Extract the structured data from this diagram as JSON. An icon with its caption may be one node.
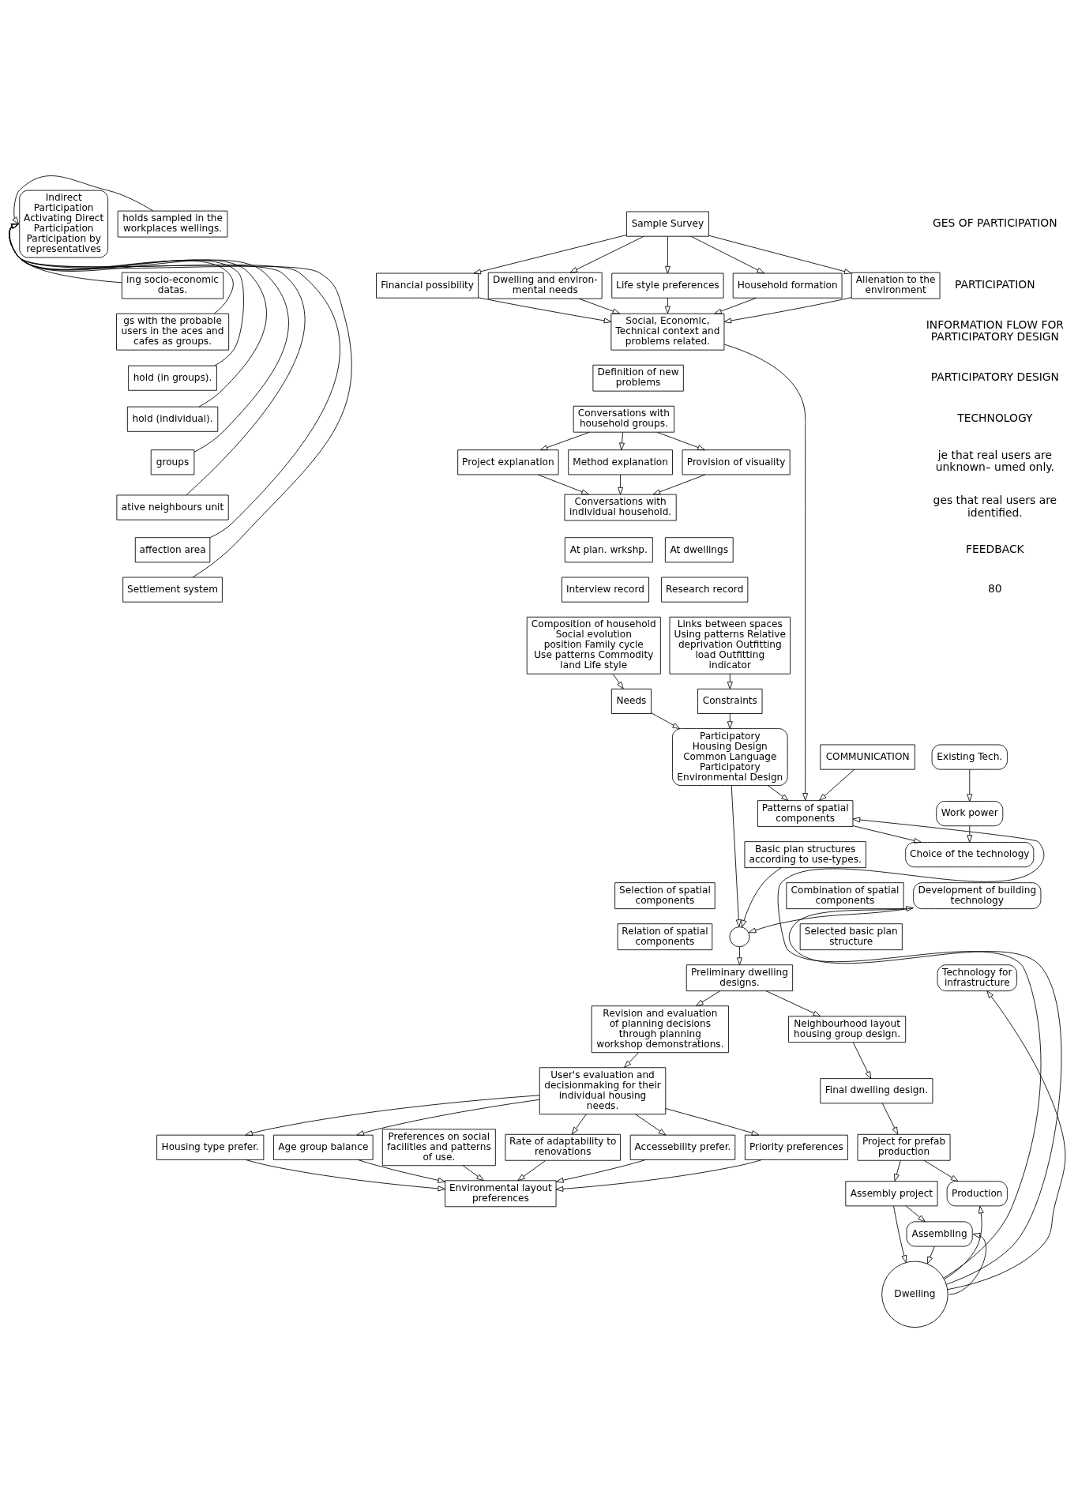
{
  "diagram": {
    "nodes": [
      {
        "text": [
          "Indirect Participation",
          "Activating Direct Participation",
          "Participation by representatives"
        ]
      },
      {
        "text": [
          "holds sampled in the workplaces wellings."
        ]
      },
      {
        "text": [
          "ing socio-economic datas."
        ]
      },
      {
        "text": [
          "gs with the probable users in the aces and cafes as groups."
        ]
      },
      {
        "text": [
          "hold (in groups)."
        ]
      },
      {
        "text": [
          "hold (individual)."
        ]
      },
      {
        "text": [
          "groups"
        ]
      },
      {
        "text": [
          "ative neighbours unit"
        ]
      },
      {
        "text": [
          "affection area"
        ]
      },
      {
        "text": [
          "Settlement system"
        ]
      },
      {
        "text": [
          "Sample Survey"
        ]
      },
      {
        "text": [
          "Financial possibility"
        ]
      },
      {
        "text": [
          "Dwelling and environ- mental needs"
        ]
      },
      {
        "text": [
          "Life style preferences"
        ]
      },
      {
        "text": [
          "Household formation"
        ]
      },
      {
        "text": [
          "Alienation to the environment"
        ]
      },
      {
        "text": [
          "Social, Economic, Technical context and problems related."
        ]
      },
      {
        "text": [
          "Definition of new problems"
        ]
      },
      {
        "text": [
          "Conversations with household groups."
        ]
      },
      {
        "text": [
          "Project explanation"
        ]
      },
      {
        "text": [
          "Method explanation"
        ]
      },
      {
        "text": [
          "Provision of visuality"
        ]
      },
      {
        "text": [
          "Conversations with individual household."
        ]
      },
      {
        "text": [
          "At plan. wrkshp."
        ]
      },
      {
        "text": [
          "At dwellings"
        ]
      },
      {
        "text": [
          "Interview record"
        ]
      },
      {
        "text": [
          "Research record"
        ]
      },
      {
        "text": [
          "Composition of household Social evolution position Family cycle Use patterns Commodity land Life style"
        ]
      },
      {
        "text": [
          "Links between spaces Using patterns Relative deprivation Outfitting load Outfitting indicator"
        ]
      },
      {
        "text": [
          "Needs"
        ]
      },
      {
        "text": [
          "Constraints"
        ]
      },
      {
        "text": [
          "Revision and evaluation of planning decisions through planning workshop demonstrations."
        ]
      },
      {
        "text": [
          "User's evaluation and decisionmaking for their individual housing needs."
        ]
      },
      {
        "text": [
          "Priority preferences"
        ]
      },
      {
        "text": [
          "Housing type prefer."
        ]
      },
      {
        "text": [
          "Age group balance"
        ]
      },
      {
        "text": [
          "Rate of adaptability to renovations"
        ]
      },
      {
        "text": [
          "Accessebility prefer."
        ]
      },
      {
        "text": [
          "Environmental layout preferences"
        ]
      },
      {
        "text": [
          "Preferences on social facilities and patterns of use."
        ]
      },
      {
        "text": [
          "Participatory Housing Design Common Language",
          "Participatory Environmental Design"
        ]
      },
      {
        "text": [
          "Patterns of spatial components"
        ]
      },
      {
        "text": [
          "Existing Tech."
        ]
      },
      {
        "text": [
          "Work power"
        ]
      },
      {
        "text": [
          "Choice of the technology"
        ]
      },
      {
        "text": [
          "Basic plan structures according to use-types."
        ]
      },
      {
        "text": [
          "Combination of spatial components"
        ]
      },
      {
        "text": [
          "Selection of spatial components"
        ]
      },
      {
        "text": [
          "Selected basic plan structure"
        ]
      },
      {
        "text": [
          "Relation of spatial components"
        ]
      },
      {
        "text": [],
        "shape": "circle"
      },
      {
        "text": [
          "Preliminary dwelling designs."
        ]
      },
      {
        "text": [
          "Neighbourhood layout housing group design."
        ]
      },
      {
        "text": [
          "Final dwelling design."
        ]
      },
      {
        "text": [
          "Project for prefab production"
        ]
      },
      {
        "text": [
          "Assembly project"
        ]
      },
      {
        "text": [
          "Development of building technology"
        ]
      },
      {
        "text": [
          "Technology for infrastructure"
        ]
      },
      {
        "text": [
          "Production"
        ]
      },
      {
        "text": [
          "Assembling"
        ]
      },
      {
        "text": [
          "Dwelling"
        ]
      },
      {
        "text": [
          "COMMUNICATION"
        ]
      }
    ],
    "edges": [
      {
        "from": 1,
        "to": 0,
        "arrow": "to"
      },
      {
        "from": 2,
        "to": 0,
        "arrow": "to"
      },
      {
        "from": 3,
        "to": 0,
        "arrow": "to"
      },
      {
        "from": 4,
        "to": 0,
        "arrow": "to"
      },
      {
        "from": 5,
        "to": 0,
        "arrow": "to"
      },
      {
        "from": 6,
        "to": 0,
        "arrow": "to"
      },
      {
        "from": 7,
        "to": 0,
        "arrow": "to"
      },
      {
        "from": 8,
        "to": 0,
        "arrow": "to"
      },
      {
        "from": 9,
        "to": 0,
        "arrow": "to"
      },
      {
        "from": 10,
        "to": 11,
        "arrow": "to"
      },
      {
        "from": 10,
        "to": 12,
        "arrow": "to"
      },
      {
        "from": 10,
        "to": 13,
        "arrow": "to"
      },
      {
        "from": 10,
        "to": 14,
        "arrow": "to"
      },
      {
        "from": 10,
        "to": 15,
        "arrow": "to"
      },
      {
        "from": 11,
        "to": 16,
        "arrow": "to"
      },
      {
        "from": 12,
        "to": 16,
        "arrow": "to"
      },
      {
        "from": 13,
        "to": 16,
        "arrow": "to"
      },
      {
        "from": 14,
        "to": 16,
        "arrow": "to"
      },
      {
        "from": 15,
        "to": 16,
        "arrow": "to"
      },
      {
        "from": 16,
        "to": 41,
        "arrow": "to"
      },
      {
        "from": 61,
        "to": 41,
        "arrow": "to"
      },
      {
        "from": 18,
        "to": 19,
        "arrow": "to"
      },
      {
        "from": 18,
        "to": 20,
        "arrow": "to"
      },
      {
        "from": 18,
        "to": 21,
        "arrow": "to"
      },
      {
        "from": 19,
        "to": 22,
        "arrow": "to"
      },
      {
        "from": 20,
        "to": 22,
        "arrow": "to"
      },
      {
        "from": 21,
        "to": 22,
        "arrow": "to"
      },
      {
        "from": 27,
        "to": 29,
        "arrow": "to"
      },
      {
        "from": 28,
        "to": 30,
        "arrow": "to"
      },
      {
        "from": 29,
        "to": 40,
        "arrow": "to"
      },
      {
        "from": 30,
        "to": 40,
        "arrow": "to"
      },
      {
        "from": 51,
        "to": 31,
        "arrow": "to"
      },
      {
        "from": 31,
        "to": 32,
        "arrow": "to"
      },
      {
        "from": 32,
        "to": 33,
        "arrow": "to"
      },
      {
        "from": 32,
        "to": 34,
        "arrow": "to"
      },
      {
        "from": 32,
        "to": 35,
        "arrow": "to"
      },
      {
        "from": 32,
        "to": 36,
        "arrow": "to"
      },
      {
        "from": 32,
        "to": 37,
        "arrow": "to"
      },
      {
        "from": 33,
        "to": 38,
        "arrow": "to"
      },
      {
        "from": 34,
        "to": 38,
        "arrow": "to"
      },
      {
        "from": 35,
        "to": 38,
        "arrow": "to"
      },
      {
        "from": 36,
        "to": 38,
        "arrow": "to"
      },
      {
        "from": 37,
        "to": 38,
        "arrow": "to"
      },
      {
        "from": 39,
        "to": 38,
        "arrow": "to"
      },
      {
        "from": 40,
        "to": 41,
        "arrow": "to"
      },
      {
        "from": 42,
        "to": 43,
        "arrow": "to"
      },
      {
        "from": 43,
        "to": 44,
        "arrow": "to"
      },
      {
        "from": 41,
        "to": 44,
        "arrow": "to"
      },
      {
        "from": 45,
        "to": 50,
        "arrow": "to"
      },
      {
        "from": 40,
        "to": 50,
        "arrow": "to"
      },
      {
        "from": 56,
        "to": 50,
        "arrow": "to"
      },
      {
        "from": 50,
        "to": 51,
        "arrow": "to"
      },
      {
        "from": 51,
        "to": 52,
        "arrow": "to"
      },
      {
        "from": 52,
        "to": 53,
        "arrow": "to"
      },
      {
        "from": 53,
        "to": 54,
        "arrow": "to"
      },
      {
        "from": 54,
        "to": 55,
        "arrow": "to"
      },
      {
        "from": 54,
        "to": 58,
        "arrow": "to"
      },
      {
        "from": 55,
        "to": 60,
        "arrow": "to"
      },
      {
        "from": 55,
        "to": 59,
        "arrow": "to"
      },
      {
        "from": 59,
        "to": 60,
        "arrow": "to"
      },
      {
        "from": 60,
        "to": 41,
        "arrow": "to"
      },
      {
        "from": 60,
        "to": 56,
        "arrow": "to"
      },
      {
        "from": 60,
        "to": 57,
        "arrow": "to"
      },
      {
        "from": 60,
        "to": 58,
        "arrow": "to"
      },
      {
        "from": 60,
        "to": 59,
        "arrow": "to"
      }
    ],
    "labels": [
      "GES OF PARTICIPATION",
      "PARTICIPATION",
      "INFORMATION FLOW FOR PARTICIPATORY DESIGN",
      "PARTICIPATORY DESIGN",
      "TECHNOLOGY",
      "je that real users are unknown– umed only.",
      "ges that real users are identified.",
      "FEEDBACK",
      "80"
    ]
  }
}
